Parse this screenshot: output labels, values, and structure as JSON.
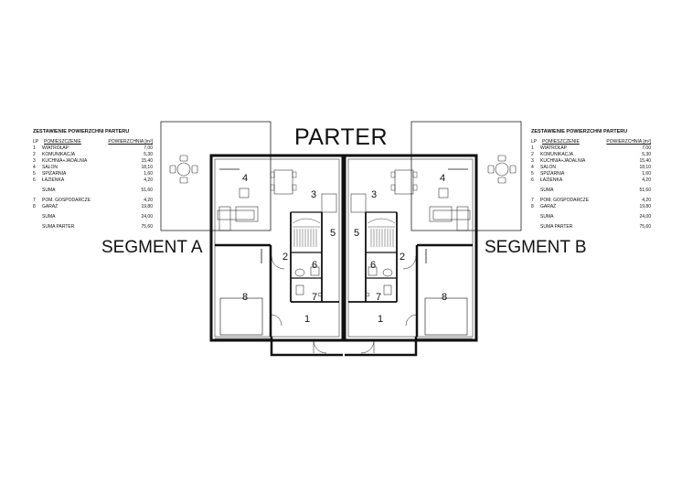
{
  "title": "PARTER",
  "segments": [
    "SEGMENT A",
    "SEGMENT B"
  ],
  "table": {
    "heading": "ZESTAWIENIE POWIERZCHNI PARTERU",
    "col_lp": "LP",
    "col_name": "POMIESZCZENIE",
    "col_area": "POWIERZCHNIA [m²]",
    "rows": [
      {
        "lp": "1",
        "name": "WIATROŁAP",
        "area": "7,00"
      },
      {
        "lp": "2",
        "name": "KOMUNIKACJA",
        "area": "5,30"
      },
      {
        "lp": "3",
        "name": "KUCHNIA+JADALNIA",
        "area": "15,40"
      },
      {
        "lp": "4",
        "name": "SALON",
        "area": "18,10"
      },
      {
        "lp": "5",
        "name": "SPIŻARNIA",
        "area": "1,60"
      },
      {
        "lp": "6",
        "name": "ŁAZIENKA",
        "area": "4,20"
      }
    ],
    "suma1_label": "SUMA",
    "suma1_value": "51,60",
    "rows2": [
      {
        "lp": "7",
        "name": "POM. GOSPODARCZE",
        "area": "4,20"
      },
      {
        "lp": "8",
        "name": "GARAŻ",
        "area": "19,80"
      }
    ],
    "suma2_label": "SUMA",
    "suma2_value": "24,00",
    "total_label": "SUMA PARTER",
    "total_value": "75,60"
  },
  "room_labels": {
    "r1": "1",
    "r2": "2",
    "r3": "3",
    "r4": "4",
    "r5": "5",
    "r6": "6",
    "r7": "7",
    "r8": "8"
  }
}
